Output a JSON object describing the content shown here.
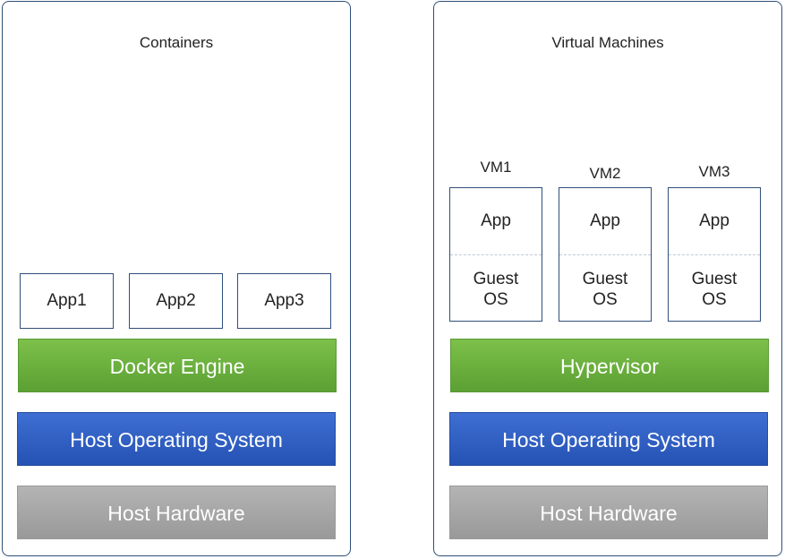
{
  "containers": {
    "title": "Containers",
    "apps": [
      "App1",
      "App2",
      "App3"
    ],
    "engine_label": "Docker Engine",
    "host_os_label": "Host Operating System",
    "hardware_label": "Host Hardware"
  },
  "vms": {
    "title": "Virtual Machines",
    "machines": [
      {
        "name": "VM1",
        "app": "App",
        "guest_line1": "Guest",
        "guest_line2": "OS"
      },
      {
        "name": "VM2",
        "app": "App",
        "guest_line1": "Guest",
        "guest_line2": "OS"
      },
      {
        "name": "VM3",
        "app": "App",
        "guest_line1": "Guest",
        "guest_line2": "OS"
      }
    ],
    "hypervisor_label": "Hypervisor",
    "host_os_label": "Host Operating System",
    "hardware_label": "Host Hardware"
  },
  "colors": {
    "engine": "#6bb13f",
    "host_os": "#2f5fc4",
    "hardware": "#a6a6a6",
    "border": "#2f4f7a"
  }
}
